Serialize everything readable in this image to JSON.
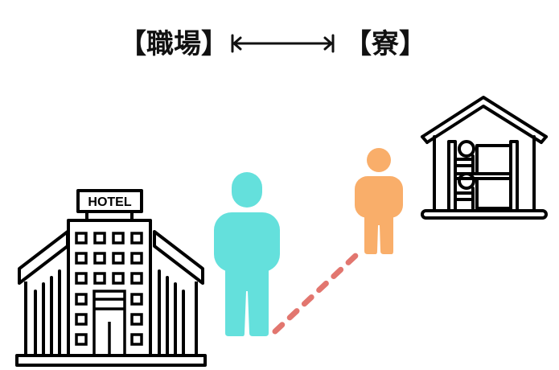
{
  "header": {
    "left_label": "【職場】",
    "right_label": "【寮】",
    "arrow": "double-headed-arrow"
  },
  "illustrations": {
    "workplace": {
      "icon": "hotel-building-icon",
      "sign_text": "HOTEL"
    },
    "dormitory": {
      "icon": "dormitory-bunk-bed-house-icon"
    },
    "person_near": {
      "icon": "person-icon",
      "color": "#64E0DC"
    },
    "person_far": {
      "icon": "person-icon",
      "color": "#F9AE6A"
    },
    "path": {
      "style": "dashed",
      "color": "#E2766F"
    }
  },
  "colors": {
    "line": "#000000",
    "teal": "#64E0DC",
    "orange": "#F9AE6A",
    "dash": "#E2766F"
  }
}
